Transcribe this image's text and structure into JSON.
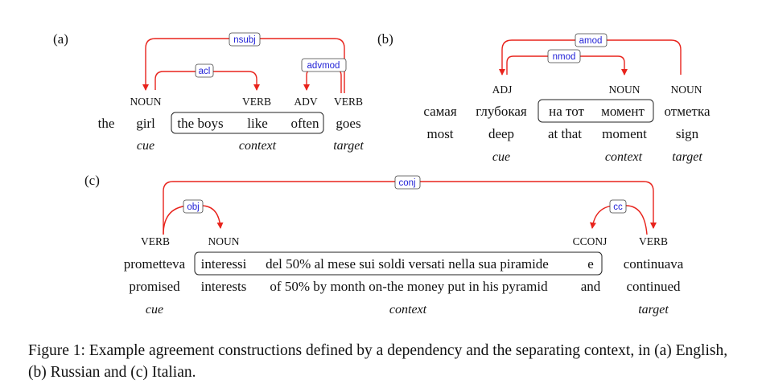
{
  "panels": {
    "a": {
      "label": "(a)",
      "pos": [
        "NOUN",
        "VERB",
        "ADV",
        "VERB"
      ],
      "words": [
        "the",
        "girl",
        "the boys",
        "like",
        "often",
        "goes"
      ],
      "roles": [
        "cue",
        "context",
        "target"
      ],
      "arcs": [
        "nsubj",
        "acl",
        "advmod"
      ]
    },
    "b": {
      "label": "(b)",
      "pos": [
        "ADJ",
        "NOUN",
        "NOUN"
      ],
      "words": [
        "самая",
        "глубокая",
        "на тот",
        "момент",
        "отметка"
      ],
      "glosses": [
        "most",
        "deep",
        "at that",
        "moment",
        "sign"
      ],
      "roles": [
        "cue",
        "context",
        "target"
      ],
      "arcs": [
        "amod",
        "nmod"
      ]
    },
    "c": {
      "label": "(c)",
      "pos": [
        "VERB",
        "NOUN",
        "CCONJ",
        "VERB"
      ],
      "words": [
        "prometteva",
        "interessi",
        "del 50% al mese sui soldi versati nella sua piramide",
        "e",
        "continuava"
      ],
      "glosses": [
        "promised",
        "interests",
        "of 50% by month on-the money put in his pyramid",
        "and",
        "continued"
      ],
      "roles": [
        "cue",
        "context",
        "target"
      ],
      "arcs": [
        "conj",
        "obj",
        "cc"
      ]
    }
  },
  "caption": "Figure 1: Example agreement constructions defined by a dependency and the separating context, in (a) English, (b) Russian and (c) Italian.",
  "colors": {
    "arc": "#e8231c",
    "arc_label": "#1f1fd6",
    "text": "#111111"
  }
}
